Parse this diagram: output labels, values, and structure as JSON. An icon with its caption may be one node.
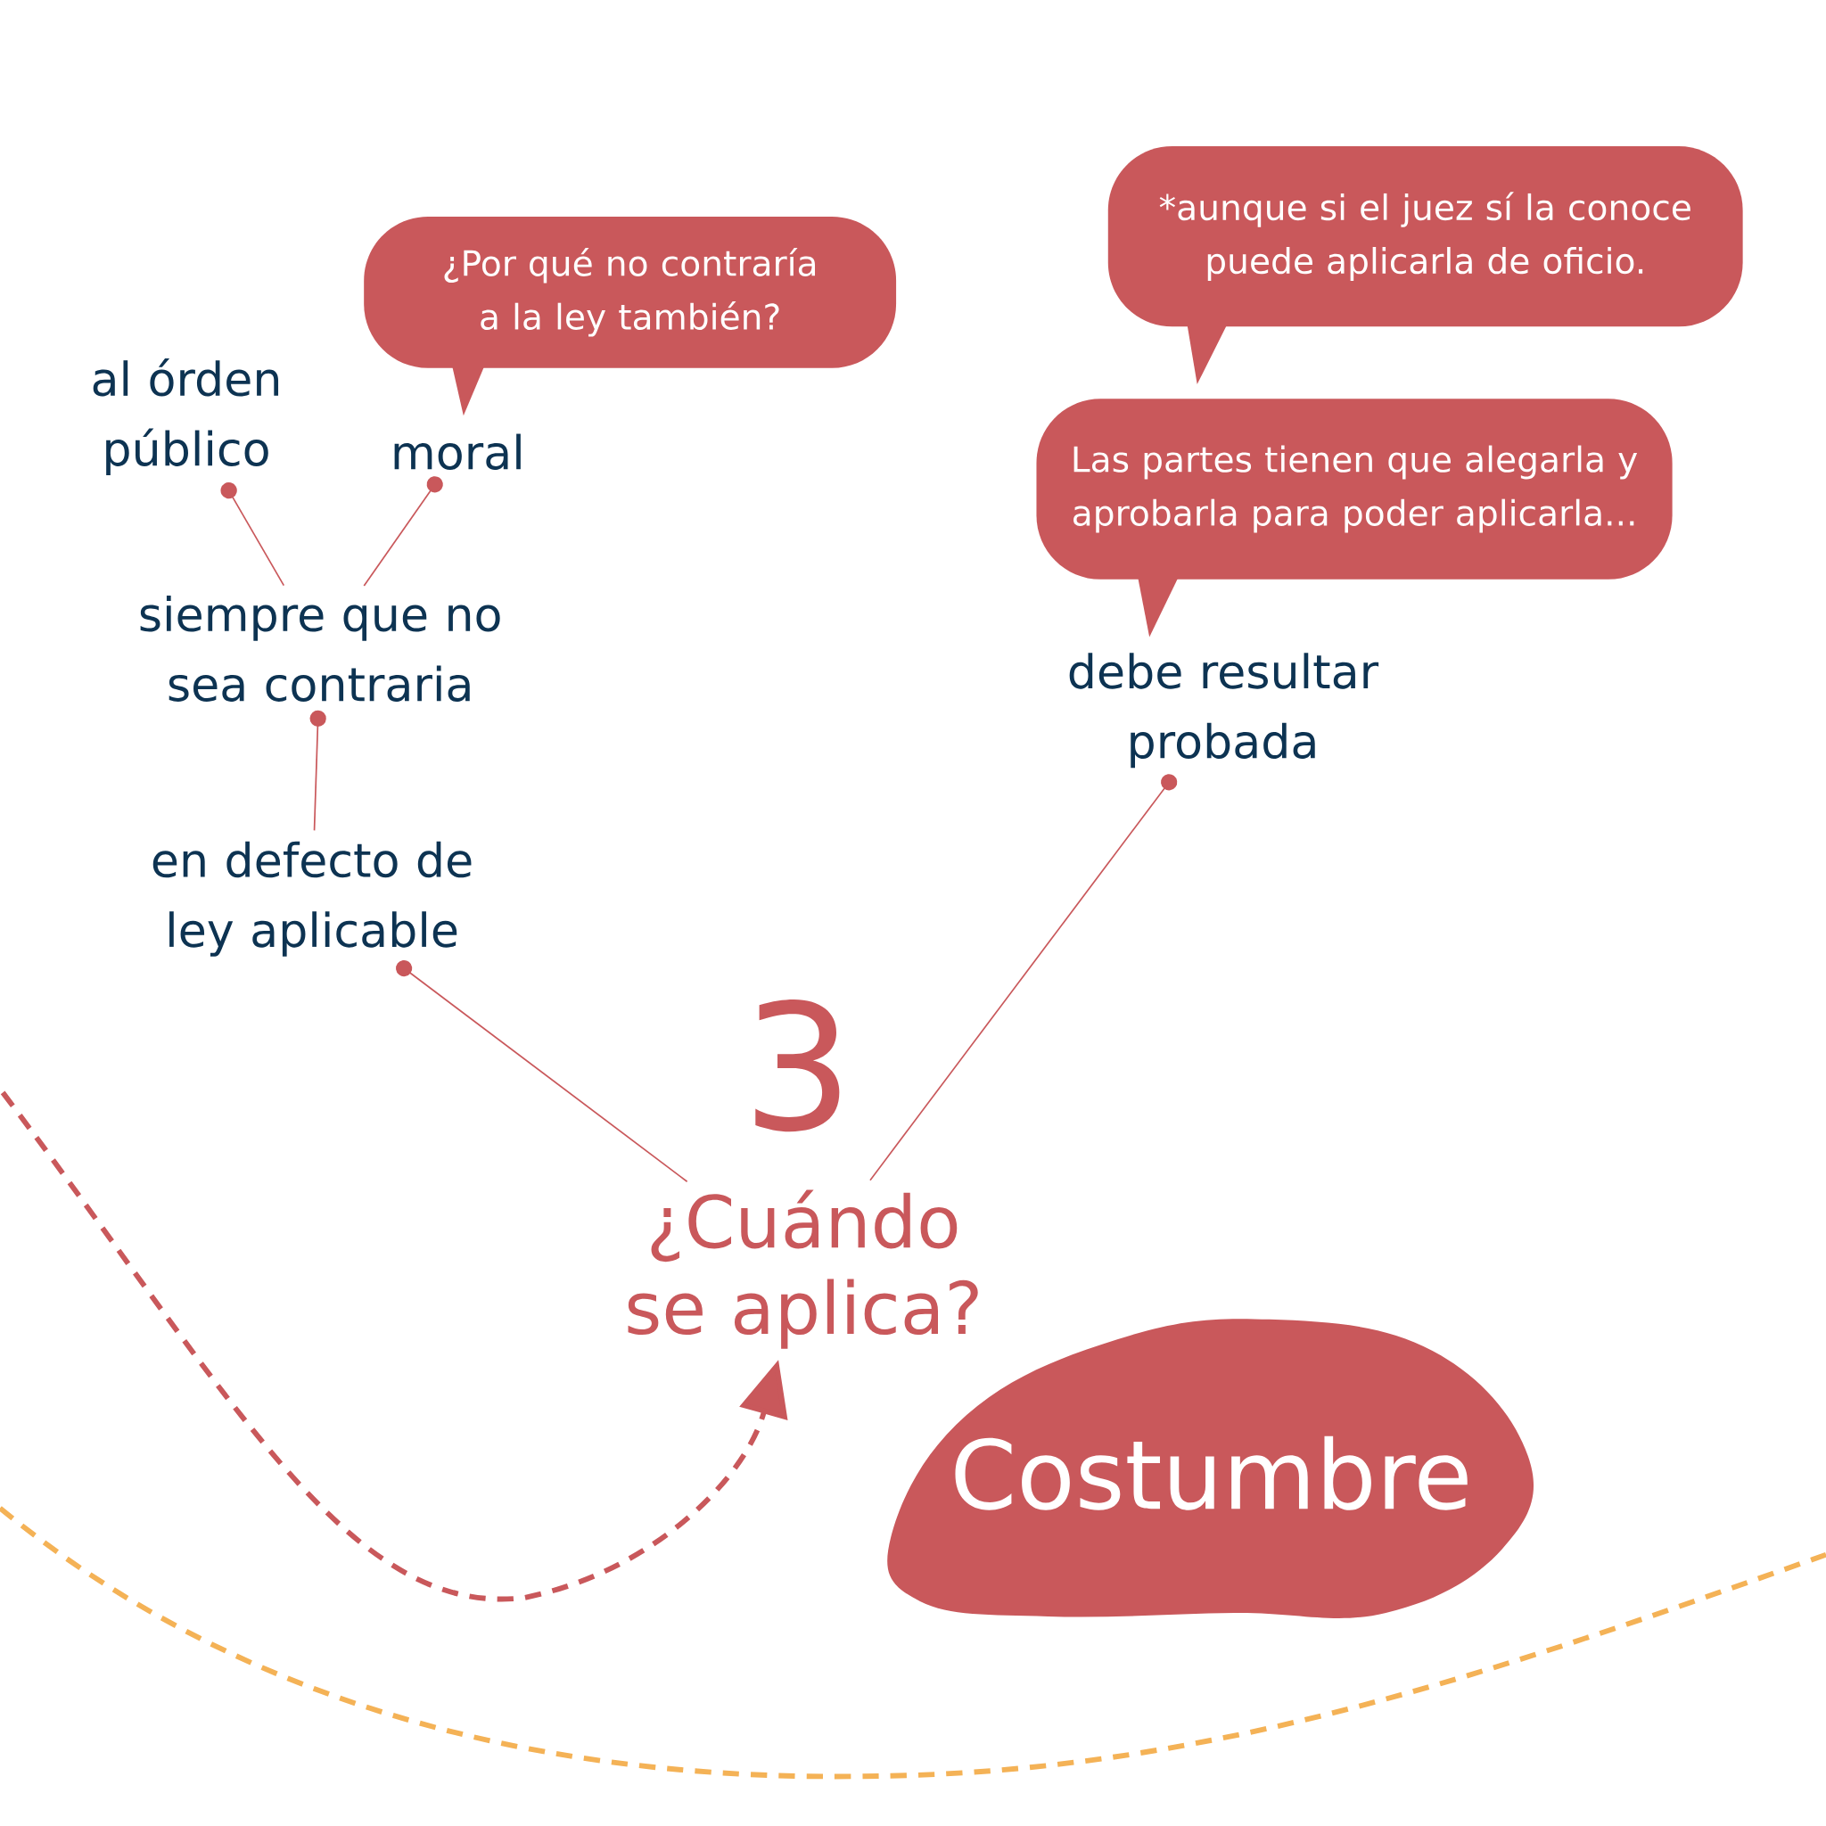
{
  "diagram": {
    "nodes": [
      {
        "text": [
          "¿Cuándo se aplica?"
        ]
      },
      {
        "text": [
          "en defecto de ley aplicable"
        ]
      },
      {
        "text": [
          "siempre que no sea contraria"
        ]
      },
      {
        "text": [
          "al órden público"
        ]
      },
      {
        "text": [
          "moral"
        ]
      },
      {
        "text": [
          "¿Por qué no contraría a la ley también?"
        ]
      },
      {
        "text": [
          "debe resultar probada"
        ]
      },
      {
        "text": [
          "Las partes tienen que alegarla y aprobarla para poder aplicarla..."
        ]
      },
      {
        "text": [
          "*aunque si el juez sí la conoce puede aplicarla de oficio."
        ]
      },
      {
        "text": [
          "Costumbre"
        ]
      }
    ],
    "edges": [
      {
        "from": 1,
        "to": 0,
        "arrow": "other"
      },
      {
        "from": 2,
        "to": 1,
        "arrow": "other"
      },
      {
        "from": 3,
        "to": 2,
        "arrow": "other"
      },
      {
        "from": 4,
        "to": 2,
        "arrow": "other"
      },
      {
        "from": 6,
        "to": 0,
        "arrow": "other"
      },
      {
        "from": null,
        "to": 0,
        "arrow": "to",
        "style": "dashed"
      }
    ],
    "labels": [
      "3"
    ]
  }
}
